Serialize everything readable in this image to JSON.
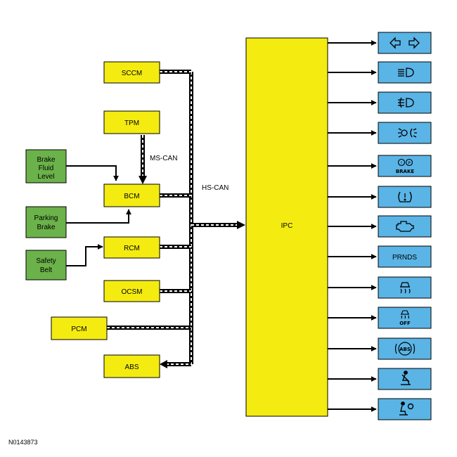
{
  "colors": {
    "module_fill": "#f4ec10",
    "input_fill": "#6bb24a",
    "indicator_fill": "#5ab4e6",
    "line": "#000000"
  },
  "bus_labels": {
    "ms_can": "MS-CAN",
    "hs_can": "HS-CAN"
  },
  "modules": {
    "sccm": "SCCM",
    "tpm": "TPM",
    "bcm": "BCM",
    "rcm": "RCM",
    "ocsm": "OCSM",
    "pcm": "PCM",
    "abs": "ABS",
    "ipc": "IPC"
  },
  "inputs": {
    "brake_fluid": [
      "Brake",
      "Fluid",
      "Level"
    ],
    "parking_brake": [
      "Parking",
      "Brake"
    ],
    "safety_belt": [
      "Safety",
      "Belt"
    ]
  },
  "indicators": {
    "turn": "turn-signal-icon",
    "low_beam": "low-beam-icon",
    "fog": "fog-lamp-icon",
    "parking_lamp": "parking-lamp-icon",
    "brake": {
      "icon": "brake-warning-icon",
      "text": "BRAKE"
    },
    "tpms": "tire-pressure-icon",
    "engine": "check-engine-icon",
    "prnds": "PRNDS",
    "traction": "traction-control-icon",
    "traction_off": {
      "icon": "traction-off-icon",
      "text": "OFF"
    },
    "abs": {
      "icon": "abs-warning-icon",
      "text": "ABS"
    },
    "seatbelt": "seatbelt-reminder-icon",
    "airbag": "airbag-warning-icon"
  },
  "reference": "N0143873"
}
